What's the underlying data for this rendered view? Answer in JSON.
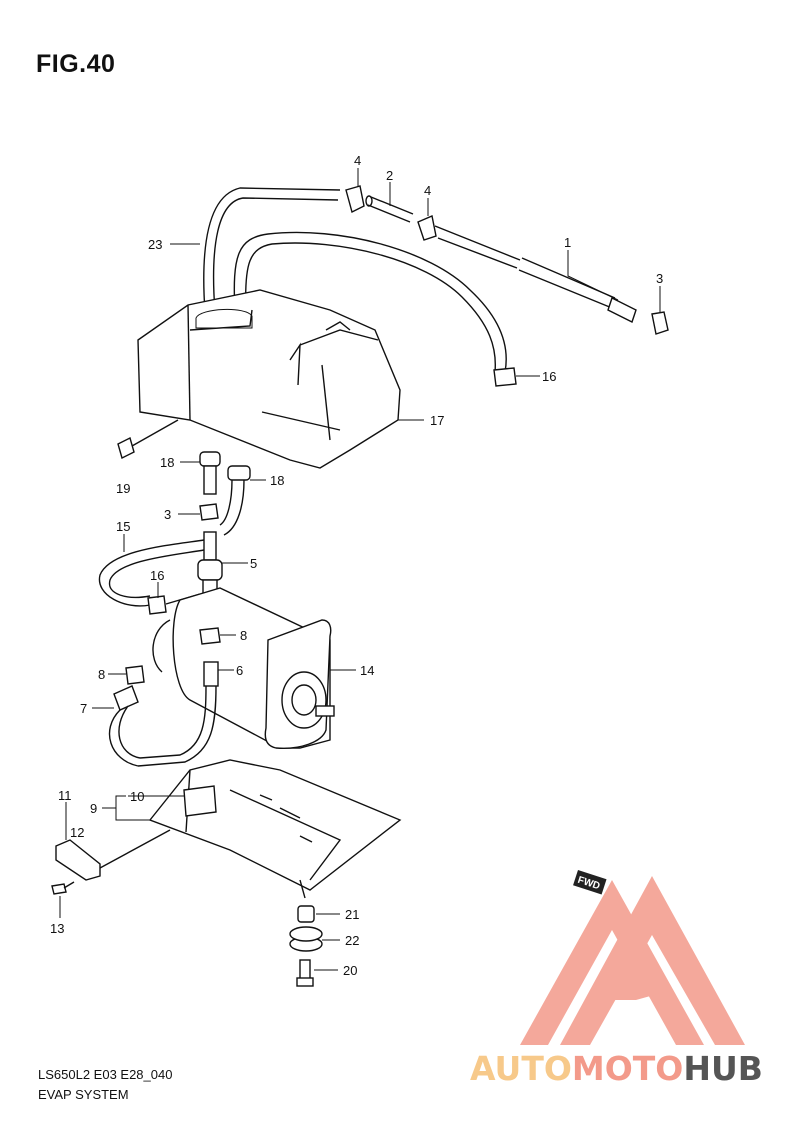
{
  "figure": {
    "title": "FIG.40"
  },
  "footer": {
    "code": "LS650L2 E03 E28_040",
    "name": "EVAP SYSTEM"
  },
  "callouts": {
    "c1": "1",
    "c2": "2",
    "c3a": "3",
    "c3b": "3",
    "c4a": "4",
    "c4b": "4",
    "c5": "5",
    "c6": "6",
    "c7": "7",
    "c8a": "8",
    "c8b": "8",
    "c9": "9",
    "c10": "10",
    "c11": "11",
    "c12": "12",
    "c13": "13",
    "c14": "14",
    "c15": "15",
    "c16a": "16",
    "c16b": "16",
    "c17": "17",
    "c18a": "18",
    "c18b": "18",
    "c19": "19",
    "c20": "20",
    "c21": "21",
    "c22": "22",
    "c23": "23"
  },
  "fwd_badge": "FWD",
  "watermark": {
    "part1": "AUTO",
    "part2": "MOTO",
    "part3": "HUB",
    "color_light": "#f7c98a",
    "color_mid": "#f39a8a",
    "color_dark": "#555555"
  }
}
